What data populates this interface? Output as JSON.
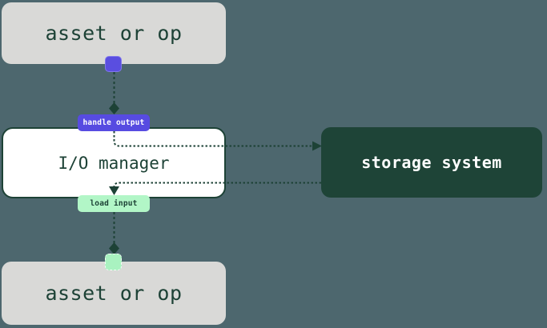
{
  "diagram": {
    "kind": "io-manager-flow",
    "nodes": {
      "asset_top": "asset or op",
      "io_manager": "I/O manager",
      "storage_system": "storage system",
      "asset_bottom": "asset or op"
    },
    "edge_labels": {
      "handle_output": "handle output",
      "load_input": "load input"
    },
    "colors": {
      "background": "#4d676e",
      "asset_node_fill": "#d9d9d7",
      "io_node_fill": "#ffffff",
      "io_node_border": "#1d4236",
      "storage_node_fill": "#1e4437",
      "dark_green_text": "#1d4236",
      "connector": "#1d4236",
      "output_accent_purple": "#574be1",
      "input_accent_green": "#b2f6c7",
      "storage_text": "#ffffff"
    }
  }
}
